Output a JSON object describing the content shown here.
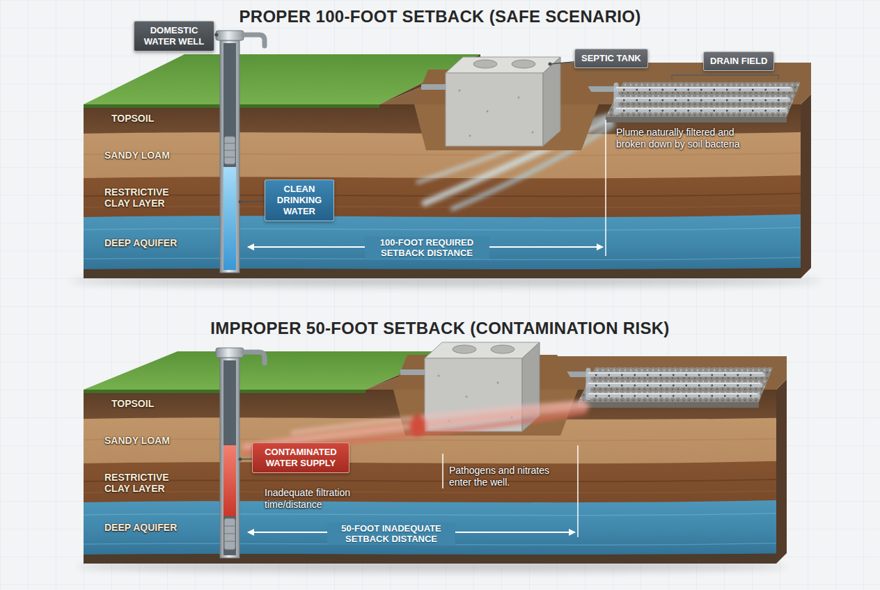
{
  "diagram": {
    "title": "PROPER 100-FOOT SETBACK (SAFE SCENARIO)",
    "nodes": [
      {
        "text": [
          "DOMESTIC WATER WELL"
        ]
      },
      {
        "text": [
          "SEPTIC TANK"
        ]
      },
      {
        "text": [
          "DRAIN FIELD"
        ]
      },
      {
        "text": [
          "CLEAN DRINKING WATER"
        ]
      },
      {
        "text": [
          "CONTAMINATED WATER SUPPLY"
        ]
      }
    ],
    "labels": [
      "TOPSOIL",
      "SANDY LOAM",
      "RESTRICTIVE CLAY LAYER",
      "DEEP AQUIFER",
      "100-FOOT REQUIRED SETBACK DISTANCE",
      "Plume naturally filtered and broken down by soil bacteria",
      "IMPROPER 50-FOOT SETBACK (CONTAMINATION RISK)",
      "TOPSOIL",
      "SANDY LOAM",
      "RESTRICTIVE CLAY LAYER",
      "DEEP AQUIFER",
      "Inadequate filtration time/distance",
      "50-FOOT INADEQUATE SETBACK DISTANCE",
      "Pathogens and nitrates enter the well."
    ]
  }
}
